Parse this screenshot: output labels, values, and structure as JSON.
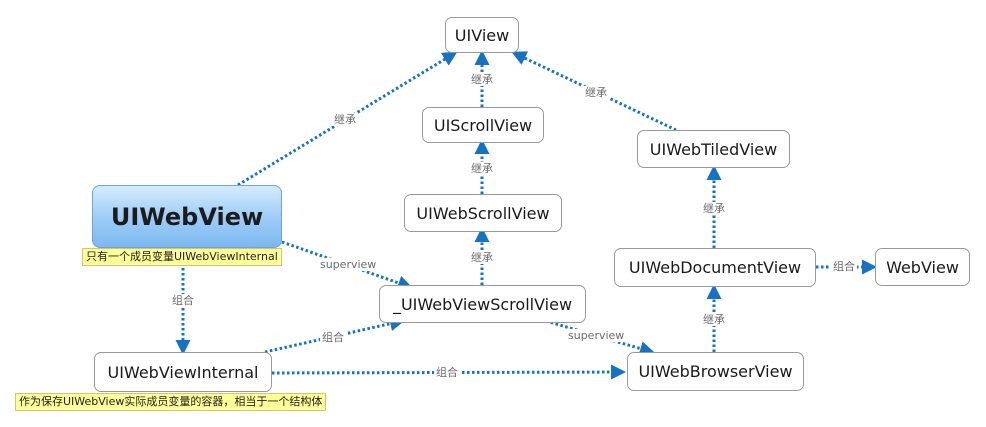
{
  "nodes": {
    "uiview": "UIView",
    "uiscrollview": "UIScrollView",
    "uiwebscrollview": "UIWebScrollView",
    "uiwebtiledview": "UIWebTiledView",
    "uiwebview": "UIWebView",
    "uiwebviewscrollview": "_UIWebViewScrollView",
    "uiwebdocumentview": "UIWebDocumentView",
    "webview": "WebView",
    "uiwebviewinternal": "UIWebViewInternal",
    "uiwebbrowserview": "UIWebBrowserView"
  },
  "edges": {
    "uiwebview_uiview": "继承",
    "uiscroll_uiview": "继承",
    "tiled_uiview": "继承",
    "webscroll_uiscroll": "继承",
    "wvscroll_webscroll": "继承",
    "uiwebview_wvscroll": "superview",
    "uiwebview_internal": "组合",
    "internal_wvscroll": "组合",
    "internal_browser": "组合",
    "wvscroll_browser": "superview",
    "document_tiled": "继承",
    "browser_document": "继承",
    "document_webview": "组合"
  },
  "notes": {
    "uiwebview_note": "只有一个成员变量UIWebViewInternal",
    "internal_note": "作为保存UIWebView实际成员变量的容器，相当于一个结构体"
  },
  "colors": {
    "connector": "#1672c4",
    "root_fill": "#9fcdf7",
    "note_fill": "#ffff99"
  }
}
